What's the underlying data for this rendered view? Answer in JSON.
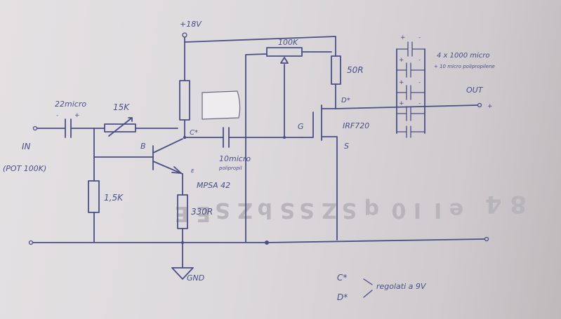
{
  "labels": {
    "supply": "+18V",
    "pot_top": "100K",
    "r_drain": "50R",
    "drain_pin": "D*",
    "gate_pin": "G",
    "source_pin": "S",
    "mosfet_model": "IRF720",
    "out_caps_qty": "4 x 1000 micro",
    "out_caps_film": "+ 10 micro polipropilene",
    "out": "OUT",
    "in_cap": "22micro",
    "series_res": "15K",
    "input": "IN",
    "input_pot": "(POT 100K)",
    "base_pin": "B",
    "collector_pin": "C*",
    "emitter_pin": "E",
    "bjt_model": "MPSA 42",
    "base_res": "1,5K",
    "emitter_res": "330R",
    "coupling_cap": "10micro",
    "coupling_cap_type": "polipropil",
    "ground": "GND",
    "note_line1": "C*",
    "note_line2": "D*",
    "note_text": "regolati a 9V"
  },
  "colors": {
    "ink": "#4b4f86",
    "paper": "#dcd9dc"
  },
  "background_text": {
    "lines": [
      "8 4",
      "e I",
      "I 0",
      "q S",
      "Z S",
      "S b",
      "Z S",
      "E E"
    ]
  }
}
